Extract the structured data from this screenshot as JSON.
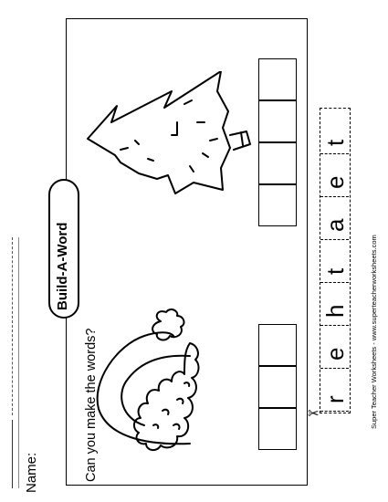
{
  "worksheet": {
    "name_label": "Name:",
    "title": "Build-A-Word",
    "question": "Can you make the words?",
    "letters": [
      "r",
      "e",
      "h",
      "t",
      "a",
      "e",
      "t"
    ],
    "credit": "Super Teacher Worksheets - www.superteacherworksheets.com"
  },
  "icons": {
    "scissors": "scissors-icon",
    "hat": "santa-hat-icon",
    "tree": "pine-tree-icon"
  }
}
